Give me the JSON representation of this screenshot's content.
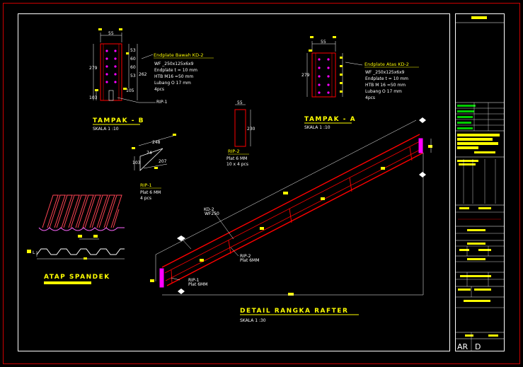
{
  "colors": {
    "background": "#000000",
    "frame_outer": "#cc0000",
    "frame_inner": "#ffffff",
    "steel": "#ff0000",
    "annotation": "#ffff00",
    "endplate": "#ff00ff",
    "dimension": "#ffffff",
    "titleblock_green": "#00cc00"
  },
  "tampak_b": {
    "title": "TAMPAK - B",
    "scale": "SKALA 1 :10",
    "dims": {
      "top_width": "55",
      "left_height": "279",
      "right_height": "262",
      "bottom_left": "103",
      "bottom_right": "105",
      "spacing": [
        "53",
        "60",
        "60",
        "53"
      ]
    },
    "rip_label": "RIP-1"
  },
  "endplate_bawah": {
    "title": "Endplate Bawah KD-2",
    "lines": [
      "WF _250x125x6x9",
      "Endplate t = 10 mm",
      "HTB M16 =50 mm",
      "Lubang O 17 mm",
      "4pcs"
    ]
  },
  "tampak_a": {
    "title": "TAMPAK - A",
    "scale": "SKALA 1 :10",
    "dims": {
      "top_width": "55",
      "left_height": "279"
    }
  },
  "endplate_atas": {
    "title": "Endplate Atas KD-2",
    "lines": [
      "WF _250x125x6x9",
      "Endplate t = 10 mm",
      "HTB M 16 =50 mm",
      "Lubang O 17 mm",
      "4pcs"
    ]
  },
  "rip1_detail": {
    "dims": [
      "248",
      "74",
      "103",
      "207"
    ],
    "label": "RIP-1",
    "lines": [
      "Plat 6 MM",
      "4 pcs"
    ]
  },
  "rip2_detail": {
    "dims": {
      "width": "55",
      "height": "230"
    },
    "label": "RIP-2",
    "lines": [
      "Plat 6 MM",
      "10 x 4 pcs"
    ]
  },
  "atap": {
    "title": "ATAP SPANDEK",
    "dim_label": "L"
  },
  "rafter": {
    "title": "DETAIL RANGKA RAFTER",
    "scale": "SKALA 1 :30",
    "callouts": {
      "kd2_a": "KD-2",
      "kd2_b": "WF250",
      "rip2_a": "RIP-2",
      "rip2_b": "Plat 6MM",
      "rip1_a": "RIP-1",
      "rip1_b": "Plat 6MM"
    }
  },
  "titleblock": {
    "code_a": "AR",
    "code_b": "D"
  }
}
